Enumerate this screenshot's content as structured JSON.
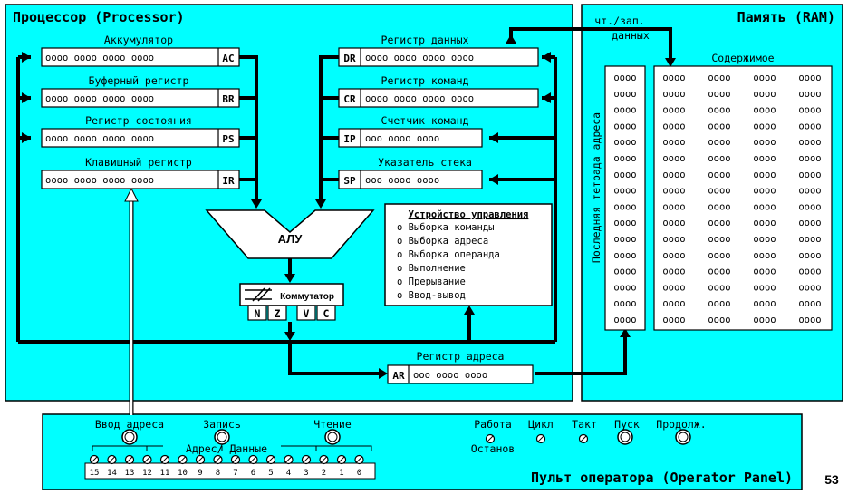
{
  "processor": {
    "title": "Процессор (Processor)",
    "registers_left": [
      {
        "label": "Аккумулятор",
        "bits": "oooo oooo oooo oooo",
        "code": "AC"
      },
      {
        "label": "Буферный регистр",
        "bits": "oooo oooo oooo oooo",
        "code": "BR"
      },
      {
        "label": "Регистр состояния",
        "bits": "oooo oooo oooo oooo",
        "code": "PS"
      },
      {
        "label": "Клавишный регистр",
        "bits": "oooo oooo oooo oooo",
        "code": "IR"
      }
    ],
    "registers_right": [
      {
        "label": "Регистр данных",
        "bits": "oooo oooo oooo oooo",
        "code": "DR"
      },
      {
        "label": "Регистр команд",
        "bits": "oooo oooo oooo oooo",
        "code": "CR"
      },
      {
        "label": "Счетчик команд",
        "bits": "ooo oooo oooo",
        "code": "IP"
      },
      {
        "label": "Указатель стека",
        "bits": "ooo oooo oooo",
        "code": "SP"
      }
    ],
    "alu": "АЛУ",
    "switch": "Коммутатор",
    "flags": [
      "N",
      "Z",
      "V",
      "C"
    ],
    "control_unit": {
      "title": "Устройство управления",
      "items": [
        "o Выборка команды",
        "o Выборка адреса",
        "o Выборка операнда",
        "o Выполнение",
        "o Прерывание",
        "o Ввод-вывод"
      ]
    },
    "address_register": {
      "label": "Регистр адреса",
      "code": "AR",
      "bits": "ooo oooo oooo"
    }
  },
  "memory": {
    "title": "Память (RAM)",
    "rw_label_1": "чт./зап.",
    "rw_label_2": "данных",
    "addr_column_label": "Последняя тетрада адреса",
    "contents_label": "Содержимое",
    "addr_cell": "oooo",
    "content_cell": "oooo",
    "rows": 16,
    "content_cols": 4
  },
  "panel": {
    "title": "Пульт оператора (Operator Panel)",
    "buttons": [
      "Ввод адреса",
      "Запись",
      "Чтение"
    ],
    "status_labels": [
      "Работа",
      "Останов",
      "Цикл",
      "Такт",
      "Пуск",
      "Продолж."
    ],
    "bits_label": "Адрес/  Данные",
    "bit_numbers": [
      "15",
      "14",
      "13",
      "12",
      "11",
      "10",
      "9",
      "8",
      "7",
      "6",
      "5",
      "4",
      "3",
      "2",
      "1",
      "0"
    ]
  },
  "page_number": "53",
  "colors": {
    "cyan": "#00ffff",
    "black": "#000000",
    "white": "#ffffff"
  }
}
